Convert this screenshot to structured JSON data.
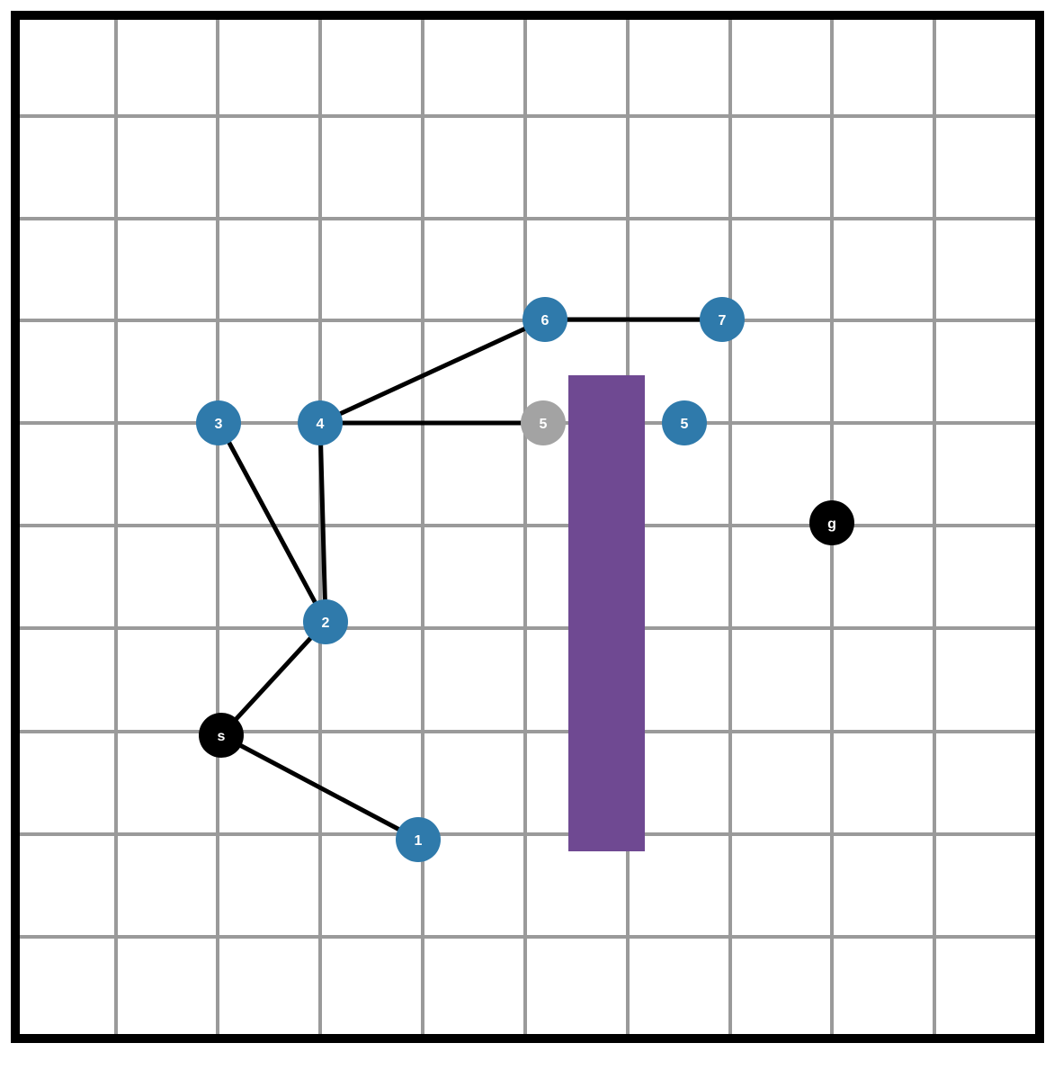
{
  "colors": {
    "background": "#ffffff",
    "frame": "#000000",
    "grid": "#9a9a9a",
    "edge": "#000000",
    "node": "#2f7aab",
    "node_pruned": "#a3a3a3",
    "terminal": "#000000",
    "node_text": "#ffffff",
    "obstacle": "#6f4992"
  },
  "nodes": [
    {
      "id": "start",
      "label": "s",
      "kind": "terminal"
    },
    {
      "id": "goal",
      "label": "g",
      "kind": "terminal"
    },
    {
      "id": "n1",
      "label": "1",
      "kind": "tree"
    },
    {
      "id": "n2",
      "label": "2",
      "kind": "tree"
    },
    {
      "id": "n3",
      "label": "3",
      "kind": "tree"
    },
    {
      "id": "n4",
      "label": "4",
      "kind": "tree"
    },
    {
      "id": "n5-pruned",
      "label": "5",
      "kind": "pruned"
    },
    {
      "id": "n5",
      "label": "5",
      "kind": "tree"
    },
    {
      "id": "n6",
      "label": "6",
      "kind": "tree"
    },
    {
      "id": "n7",
      "label": "7",
      "kind": "tree"
    }
  ],
  "edges": [
    [
      "start",
      "n1"
    ],
    [
      "start",
      "n2"
    ],
    [
      "n2",
      "n3"
    ],
    [
      "n2",
      "n4"
    ],
    [
      "n4",
      "n5-pruned"
    ],
    [
      "n4",
      "n6"
    ],
    [
      "n6",
      "n7"
    ]
  ],
  "obstacles": [
    {
      "id": "wall-1",
      "label": ""
    }
  ]
}
